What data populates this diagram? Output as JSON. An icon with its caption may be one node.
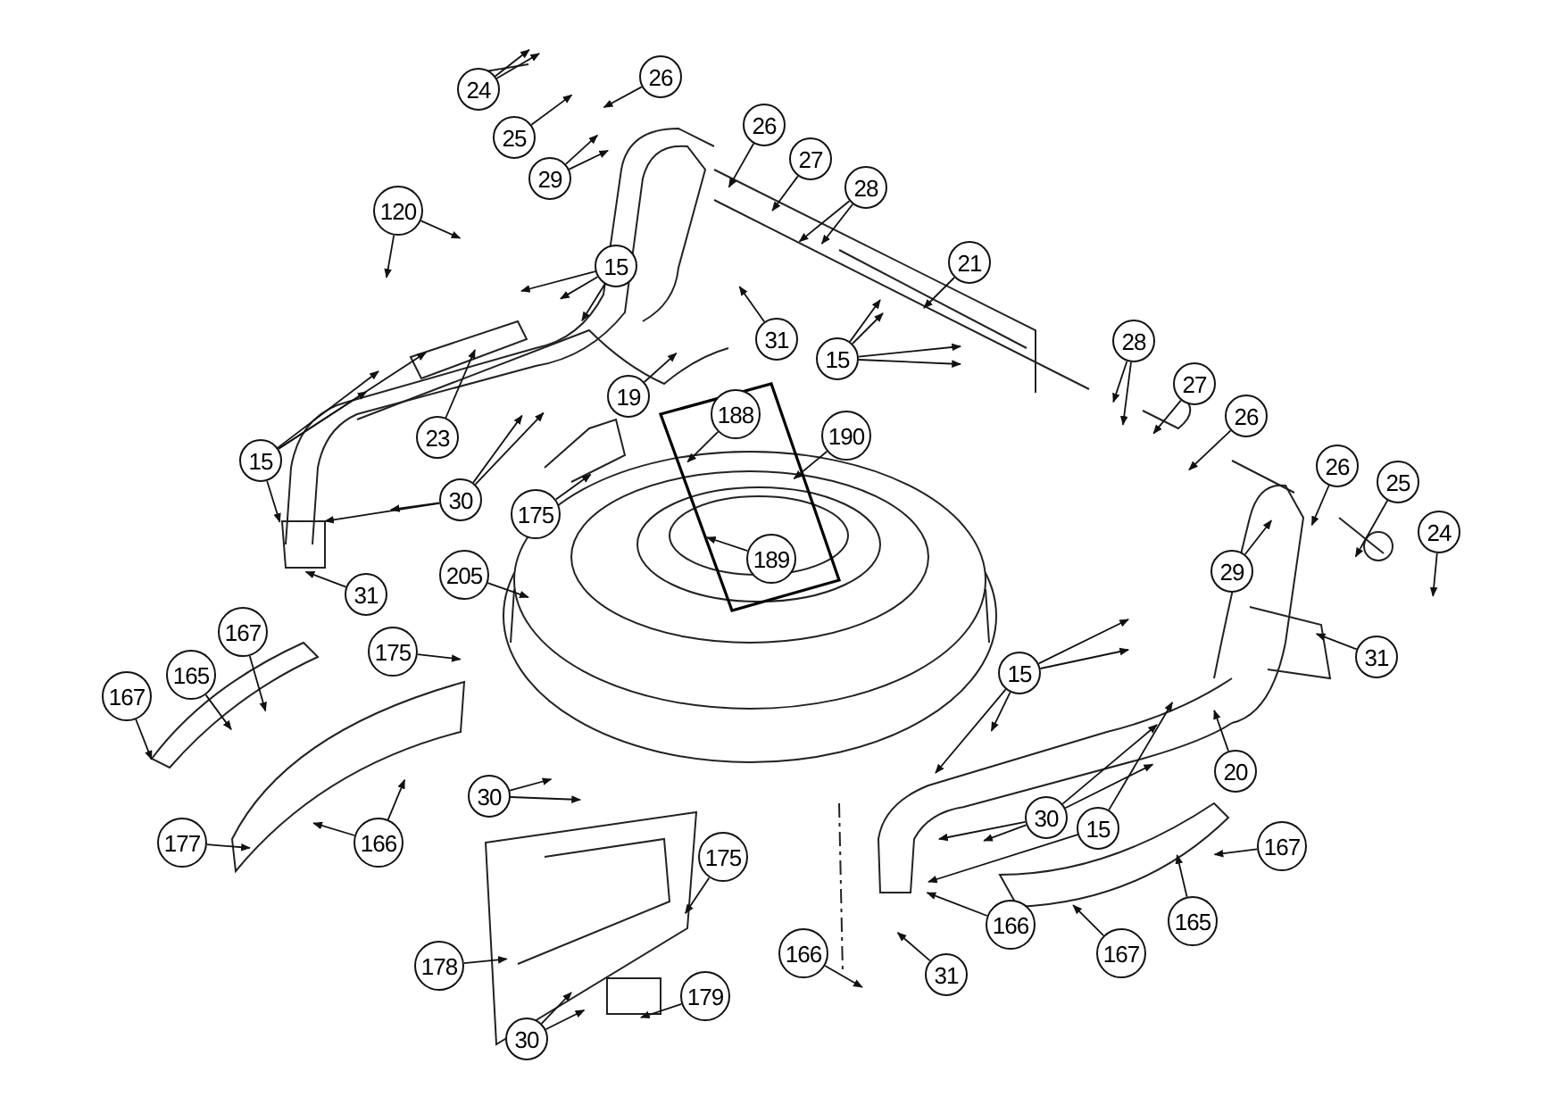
{
  "diagram": {
    "nodes": [
      {
        "text": [
          "24"
        ]
      },
      {
        "text": [
          "26"
        ]
      },
      {
        "text": [
          "25"
        ]
      },
      {
        "text": [
          "26"
        ]
      },
      {
        "text": [
          "27"
        ]
      },
      {
        "text": [
          "29"
        ]
      },
      {
        "text": [
          "28"
        ]
      },
      {
        "text": [
          "120"
        ]
      },
      {
        "text": [
          "21"
        ]
      },
      {
        "text": [
          "15"
        ]
      },
      {
        "text": [
          "31"
        ]
      },
      {
        "text": [
          "28"
        ]
      },
      {
        "text": [
          "15"
        ]
      },
      {
        "text": [
          "27"
        ]
      },
      {
        "text": [
          "26"
        ]
      },
      {
        "text": [
          "188"
        ]
      },
      {
        "text": [
          "19"
        ]
      },
      {
        "text": [
          "190"
        ]
      },
      {
        "text": [
          "23"
        ]
      },
      {
        "text": [
          "15"
        ]
      },
      {
        "text": [
          "26"
        ]
      },
      {
        "text": [
          "25"
        ]
      },
      {
        "text": [
          "30"
        ]
      },
      {
        "text": [
          "175"
        ]
      },
      {
        "text": [
          "24"
        ]
      },
      {
        "text": [
          "189"
        ]
      },
      {
        "text": [
          "29"
        ]
      },
      {
        "text": [
          "205"
        ]
      },
      {
        "text": [
          "31"
        ]
      },
      {
        "text": [
          "167"
        ]
      },
      {
        "text": [
          "175"
        ]
      },
      {
        "text": [
          "31"
        ]
      },
      {
        "text": [
          "15"
        ]
      },
      {
        "text": [
          "165"
        ]
      },
      {
        "text": [
          "167"
        ]
      },
      {
        "text": [
          "20"
        ]
      },
      {
        "text": [
          "30"
        ]
      },
      {
        "text": [
          "30"
        ]
      },
      {
        "text": [
          "15"
        ]
      },
      {
        "text": [
          "167"
        ]
      },
      {
        "text": [
          "177"
        ]
      },
      {
        "text": [
          "166"
        ]
      },
      {
        "text": [
          "175"
        ]
      },
      {
        "text": [
          "165"
        ]
      },
      {
        "text": [
          "166"
        ]
      },
      {
        "text": [
          "166"
        ]
      },
      {
        "text": [
          "31"
        ]
      },
      {
        "text": [
          "167"
        ]
      },
      {
        "text": [
          "178"
        ]
      },
      {
        "text": [
          "179"
        ]
      },
      {
        "text": [
          "30"
        ]
      }
    ],
    "edges": [
      {
        "from": 0,
        "to": null,
        "arrow": "to"
      },
      {
        "from": 0,
        "to": null,
        "arrow": "to"
      },
      {
        "from": 1,
        "to": null,
        "arrow": "to"
      },
      {
        "from": 2,
        "to": null,
        "arrow": "to"
      },
      {
        "from": 3,
        "to": null,
        "arrow": "to"
      },
      {
        "from": 4,
        "to": null,
        "arrow": "to"
      },
      {
        "from": 5,
        "to": null,
        "arrow": "to"
      },
      {
        "from": 5,
        "to": null,
        "arrow": "to"
      },
      {
        "from": 6,
        "to": null,
        "arrow": "to"
      },
      {
        "from": 6,
        "to": null,
        "arrow": "to"
      },
      {
        "from": 7,
        "to": null,
        "arrow": "to"
      },
      {
        "from": 7,
        "to": null,
        "arrow": "to"
      },
      {
        "from": 8,
        "to": null,
        "arrow": "to"
      },
      {
        "from": 9,
        "to": null,
        "arrow": "to"
      },
      {
        "from": 9,
        "to": null,
        "arrow": "to"
      },
      {
        "from": 9,
        "to": null,
        "arrow": "to"
      },
      {
        "from": 10,
        "to": null,
        "arrow": "to"
      },
      {
        "from": 11,
        "to": null,
        "arrow": "to"
      },
      {
        "from": 11,
        "to": null,
        "arrow": "to"
      },
      {
        "from": 12,
        "to": null,
        "arrow": "to"
      },
      {
        "from": 12,
        "to": null,
        "arrow": "to"
      },
      {
        "from": 12,
        "to": null,
        "arrow": "to"
      },
      {
        "from": 12,
        "to": null,
        "arrow": "to"
      },
      {
        "from": 13,
        "to": null,
        "arrow": "to"
      },
      {
        "from": 14,
        "to": null,
        "arrow": "to"
      },
      {
        "from": 15,
        "to": null,
        "arrow": "to"
      },
      {
        "from": 16,
        "to": null,
        "arrow": "to"
      },
      {
        "from": 17,
        "to": null,
        "arrow": "to"
      },
      {
        "from": 18,
        "to": null,
        "arrow": "to"
      },
      {
        "from": 19,
        "to": null,
        "arrow": "to"
      },
      {
        "from": 19,
        "to": null,
        "arrow": "to"
      },
      {
        "from": 19,
        "to": null,
        "arrow": "to"
      },
      {
        "from": 19,
        "to": null,
        "arrow": "to"
      },
      {
        "from": 20,
        "to": null,
        "arrow": "to"
      },
      {
        "from": 21,
        "to": null,
        "arrow": "to"
      },
      {
        "from": 22,
        "to": null,
        "arrow": "to"
      },
      {
        "from": 22,
        "to": null,
        "arrow": "to"
      },
      {
        "from": 22,
        "to": null,
        "arrow": "to"
      },
      {
        "from": 22,
        "to": null,
        "arrow": "to"
      },
      {
        "from": 23,
        "to": null,
        "arrow": "to"
      },
      {
        "from": 24,
        "to": null,
        "arrow": "to"
      },
      {
        "from": 25,
        "to": null,
        "arrow": "to"
      },
      {
        "from": 26,
        "to": null,
        "arrow": "to"
      },
      {
        "from": 27,
        "to": null,
        "arrow": "to"
      },
      {
        "from": 28,
        "to": null,
        "arrow": "to"
      },
      {
        "from": 29,
        "to": null,
        "arrow": "to"
      },
      {
        "from": 30,
        "to": null,
        "arrow": "to"
      },
      {
        "from": 31,
        "to": null,
        "arrow": "to"
      },
      {
        "from": 32,
        "to": null,
        "arrow": "to"
      },
      {
        "from": 32,
        "to": null,
        "arrow": "to"
      },
      {
        "from": 32,
        "to": null,
        "arrow": "to"
      },
      {
        "from": 32,
        "to": null,
        "arrow": "to"
      },
      {
        "from": 33,
        "to": null,
        "arrow": "to"
      },
      {
        "from": 34,
        "to": null,
        "arrow": "to"
      },
      {
        "from": 35,
        "to": null,
        "arrow": "to"
      },
      {
        "from": 36,
        "to": null,
        "arrow": "to"
      },
      {
        "from": 36,
        "to": null,
        "arrow": "to"
      },
      {
        "from": 37,
        "to": null,
        "arrow": "to"
      },
      {
        "from": 37,
        "to": null,
        "arrow": "to"
      },
      {
        "from": 37,
        "to": null,
        "arrow": "to"
      },
      {
        "from": 37,
        "to": null,
        "arrow": "to"
      },
      {
        "from": 38,
        "to": null,
        "arrow": "to"
      },
      {
        "from": 38,
        "to": null,
        "arrow": "to"
      },
      {
        "from": 39,
        "to": null,
        "arrow": "to"
      },
      {
        "from": 40,
        "to": null,
        "arrow": "to"
      },
      {
        "from": 41,
        "to": null,
        "arrow": "to"
      },
      {
        "from": 41,
        "to": null,
        "arrow": "to"
      },
      {
        "from": 42,
        "to": null,
        "arrow": "to"
      },
      {
        "from": 43,
        "to": null,
        "arrow": "to"
      },
      {
        "from": 44,
        "to": null,
        "arrow": "to"
      },
      {
        "from": 45,
        "to": null,
        "arrow": "to"
      },
      {
        "from": 46,
        "to": null,
        "arrow": "to"
      },
      {
        "from": 47,
        "to": null,
        "arrow": "to"
      },
      {
        "from": 48,
        "to": null,
        "arrow": "to"
      },
      {
        "from": 49,
        "to": null,
        "arrow": "to"
      },
      {
        "from": 50,
        "to": null,
        "arrow": "to"
      },
      {
        "from": 50,
        "to": null,
        "arrow": "to"
      }
    ]
  }
}
